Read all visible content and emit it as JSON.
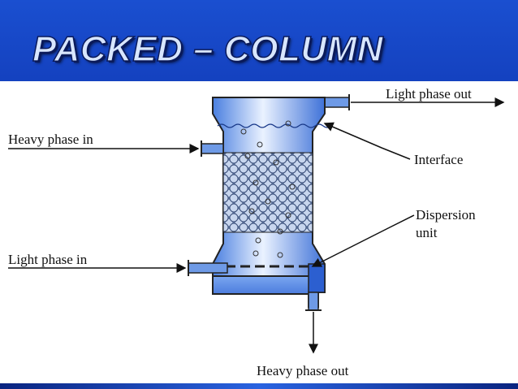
{
  "slide": {
    "title": "PACKED – COLUMN"
  },
  "diagram": {
    "labels": {
      "light_phase_out": "Light phase out",
      "heavy_phase_in": "Heavy phase in",
      "interface": "Interface",
      "dispersion_line1": "Dispersion",
      "dispersion_line2": "unit",
      "light_phase_in": "Light phase in",
      "heavy_phase_out": "Heavy phase out"
    }
  },
  "colors": {
    "column_blue": "#5a8ee8",
    "column_light": "#dce9ff",
    "background_blue": "#1a4fd0"
  }
}
